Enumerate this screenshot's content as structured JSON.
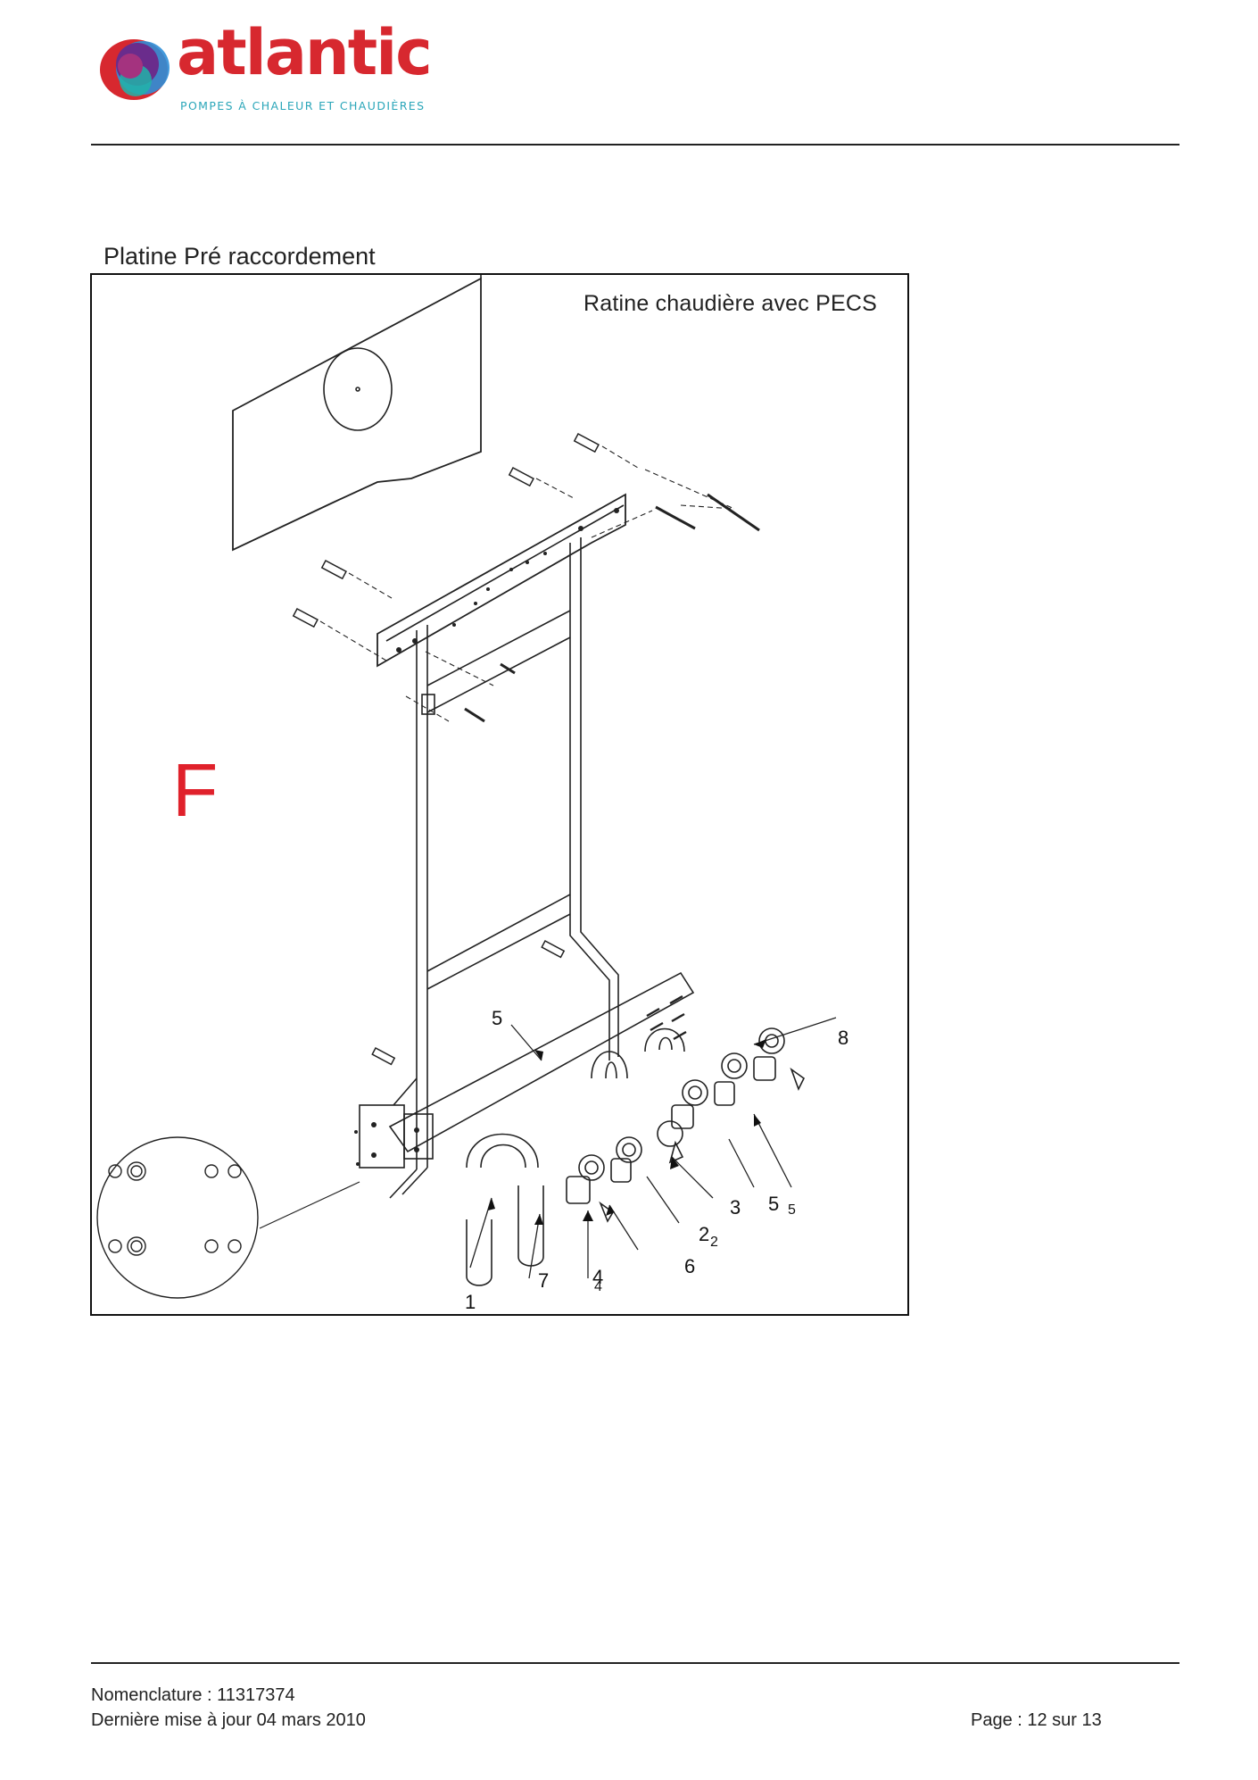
{
  "header": {
    "brand_name": "atlantic",
    "tagline": "POMPES À CHALEUR ET CHAUDIÈRES",
    "colors": {
      "brand_red": "#d7282f",
      "tagline_teal": "#2aa6b9",
      "logo_purple": "#6a2c8c",
      "logo_blue": "#2f8fd8"
    }
  },
  "section": {
    "title": "Platine Pré raccordement"
  },
  "drawing": {
    "title": "Ratine chaudière avec PECS",
    "marker": "F",
    "marker_color": "#e0212b",
    "callouts": {
      "c1": "1",
      "c2": "2",
      "c2b": "2",
      "c3": "3",
      "c4": "4",
      "c4b": "4",
      "c5_top": "5",
      "c5": "5",
      "c5b": "5",
      "c6": "6",
      "c7": "7",
      "c8": "8"
    }
  },
  "footer": {
    "nomenclature": "Nomenclature : 11317374",
    "last_update": "Dernière mise à jour 04 mars 2010",
    "page": "Page : 12 sur 13"
  }
}
